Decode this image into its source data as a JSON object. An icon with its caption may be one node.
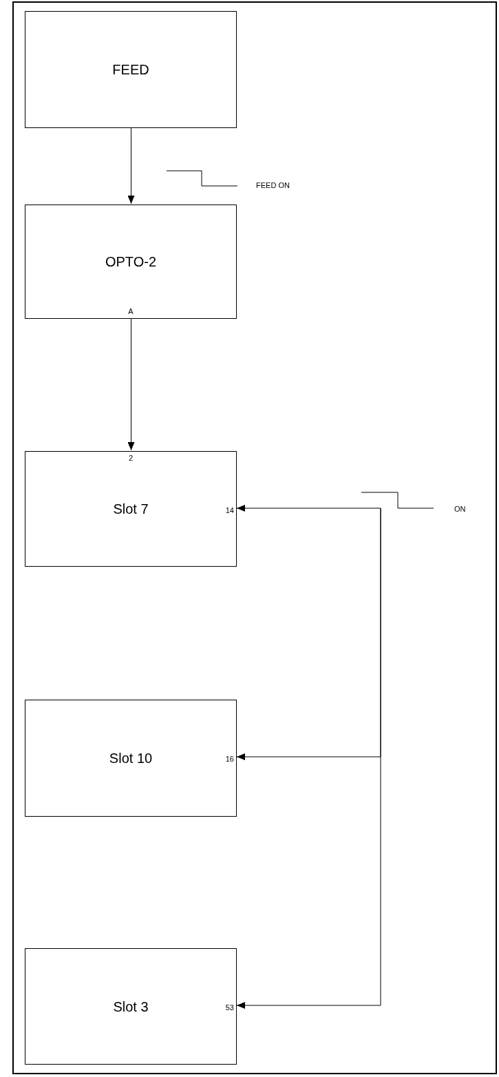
{
  "diagram": {
    "nodes": [
      {
        "text": [
          "FEED"
        ]
      },
      {
        "text": [
          "OPTO-2",
          "A"
        ]
      },
      {
        "text": [
          "2",
          "Slot 7",
          "14"
        ]
      },
      {
        "text": [
          "Slot 10",
          "16"
        ]
      },
      {
        "text": [
          "Slot 3",
          "53"
        ]
      }
    ],
    "edges": [
      {
        "from": 0,
        "to": 1,
        "arrow": "to"
      },
      {
        "from": 1,
        "to": 2,
        "arrow": "to"
      },
      {
        "from": null,
        "to": 2,
        "arrow": "to"
      },
      {
        "from": null,
        "to": 3,
        "arrow": "to"
      },
      {
        "from": null,
        "to": 4,
        "arrow": "to"
      }
    ],
    "labels": [
      "FEED ON",
      "ON"
    ]
  }
}
